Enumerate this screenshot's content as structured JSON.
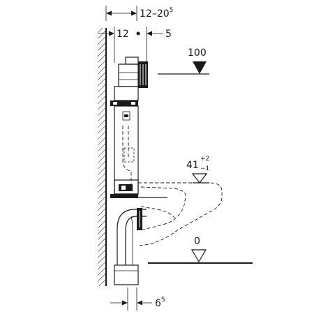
{
  "dimensions": {
    "top_range": {
      "base": "12–20",
      "sup": "5"
    },
    "top_left": "12",
    "top_right": "5",
    "bottom": {
      "base": "6",
      "sup": "5"
    }
  },
  "levels": {
    "top": "100",
    "middle": {
      "base": "41",
      "tol_plus": "+2",
      "tol_minus": "−1"
    },
    "bottom": "0"
  }
}
